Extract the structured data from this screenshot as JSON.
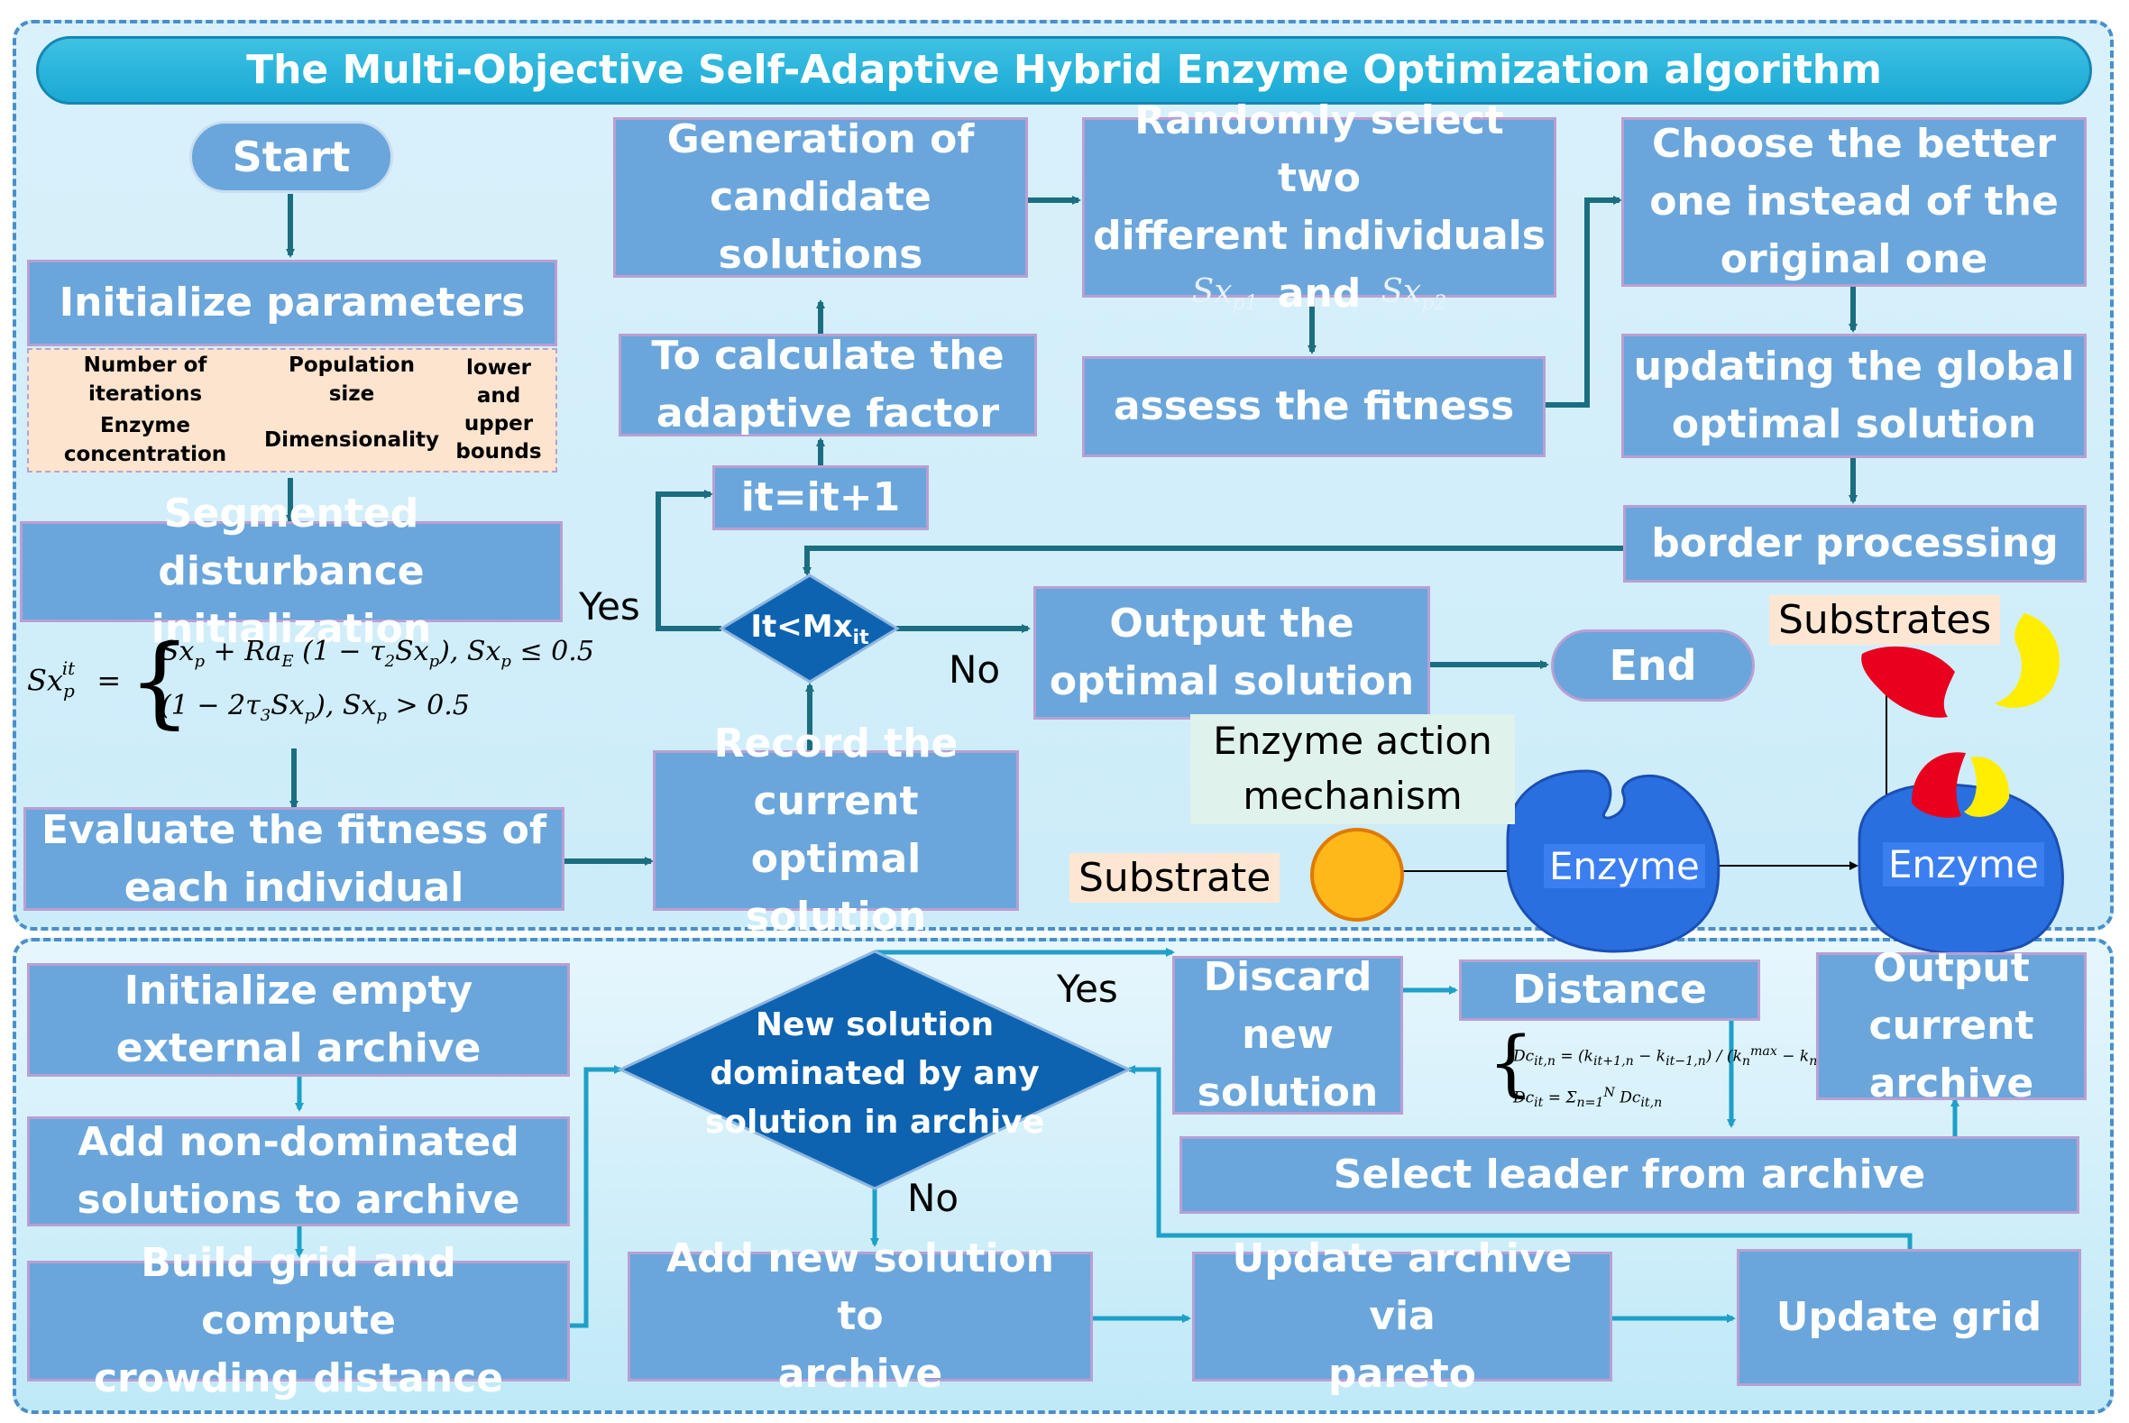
{
  "title": "The Multi-Objective Self-Adaptive Hybrid Enzyme Optimization algorithm",
  "top": {
    "start": "Start",
    "init_params": "Initialize parameters",
    "param_table": {
      "num_iterations": "Number of\niterations",
      "population_size": "Population\nsize",
      "bounds": "lower\nand\nupper\nbounds",
      "enzyme_concentration": "Enzyme\nconcentration",
      "dimensionality": "Dimensionality"
    },
    "segmented_init": "Segmented disturbance\ninitialization",
    "evaluate_fitness": "Evaluate the fitness of\neach individual",
    "record_optimal": "Record the\ncurrent optimal\nsolution",
    "decision": "It<Mx",
    "decision_sub": "it",
    "yes": "Yes",
    "no": "No",
    "increment": "it=it+1",
    "calc_adaptive": "To calculate the\nadaptive factor",
    "generation": "Generation of\ncandidate\nsolutions",
    "random_select_line1": "Randomly select two\ndifferent individuals",
    "random_select_and": "and",
    "assess_fitness": "assess the fitness",
    "choose_better": "Choose the better\none instead of the\noriginal one",
    "update_global": "updating the global\noptimal solution",
    "border": "border processing",
    "output_optimal": "Output the\noptimal solution",
    "end": "End",
    "mechanism_title": "Enzyme action\nmechanism",
    "substrate": "Substrate",
    "substrates": "Substrates",
    "enzyme1": "Enzyme",
    "enzyme2": "Enzyme"
  },
  "bottom": {
    "init_archive": "Initialize empty\nexternal archive",
    "add_nondominated": "Add non-dominated\nsolutions to archive",
    "build_grid": "Build grid  and compute\ncrowding distance",
    "dominated_decision": "New solution\ndominated by any\nsolution in archive",
    "yes": "Yes",
    "no": "No",
    "discard": "Discard\nnew\nsolution",
    "distance": "Distance",
    "output_archive": "Output\ncurrent\narchive",
    "select_leader": "Select leader from archive",
    "add_new": "Add new solution to\narchive",
    "update_pareto": "Update archive via\npareto",
    "update_grid": "Update grid"
  },
  "colors": {
    "box_fill": "#6aa6db",
    "box_border": "#b99fd3",
    "arrow": "#1b6e80",
    "diamond_fill": "#0d63b0",
    "title_fill": "#19a9d4"
  }
}
